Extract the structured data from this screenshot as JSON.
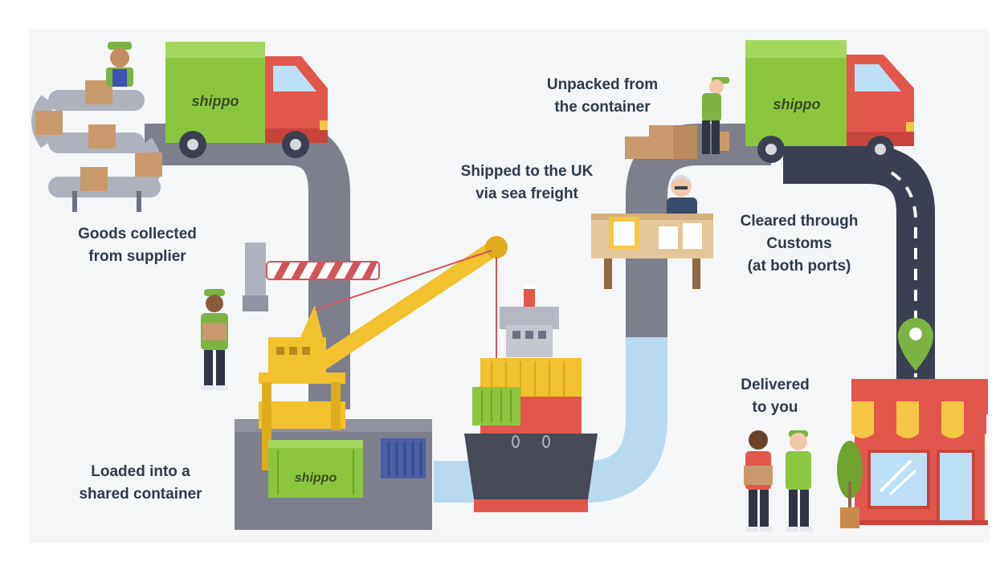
{
  "steps": {
    "collected": "Goods collected\nfrom supplier",
    "loaded": "Loaded into a\nshared container",
    "shipped": "Shipped to the UK\nvia sea freight",
    "unpacked": "Unpacked from\nthe container",
    "customs": "Cleared through\nCustoms\n(at both ports)",
    "delivered": "Delivered\nto you"
  },
  "brand": {
    "logo": "shippo"
  },
  "colors": {
    "road": "#7d7f8c",
    "road_dark": "#3a4052",
    "sea": "#b9d9ef",
    "truck_green": "#8cc63f",
    "truck_red": "#e2574c",
    "crane_yellow": "#f2c12e",
    "pin_green": "#7cb342",
    "background": "#ffffff"
  }
}
